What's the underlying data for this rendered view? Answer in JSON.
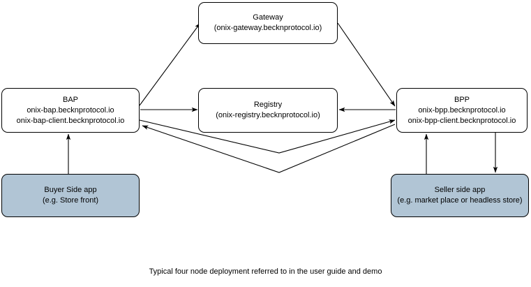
{
  "diagram": {
    "caption": "Typical four node deployment referred to in the user guide and demo",
    "colors": {
      "stroke": "#000000",
      "node_fill": "#ffffff",
      "shaded_fill": "#b1c5d5",
      "background": "#ffffff",
      "text": "#000000"
    },
    "nodes": {
      "gateway": {
        "title": "Gateway",
        "host": "(onix-gateway.becknprotocol.io)"
      },
      "bap": {
        "title": "BAP",
        "host1": "onix-bap.becknprotocol.io",
        "host2": "onix-bap-client.becknprotocol.io"
      },
      "registry": {
        "title": "Registry",
        "host": "(onix-registry.becknprotocol.io)"
      },
      "bpp": {
        "title": "BPP",
        "host1": "onix-bpp.becknprotocol.io",
        "host2": "onix-bpp-client.becknprotocol.io"
      },
      "buyer_app": {
        "title": "Buyer Side app",
        "subtitle": "(e.g. Store front)"
      },
      "seller_app": {
        "title": "Seller side app",
        "subtitle": "(e.g. market place or headless store)"
      }
    },
    "edges": [
      {
        "id": "bap-to-gateway",
        "from": "bap",
        "to": "gateway",
        "arrow": "single"
      },
      {
        "id": "gateway-to-bpp",
        "from": "gateway",
        "to": "bpp",
        "arrow": "single"
      },
      {
        "id": "bap-to-registry",
        "from": "bap",
        "to": "registry",
        "arrow": "single"
      },
      {
        "id": "bpp-to-registry",
        "from": "bpp",
        "to": "registry",
        "arrow": "single"
      },
      {
        "id": "bap-to-bpp",
        "from": "bap",
        "to": "bpp",
        "arrow": "single"
      },
      {
        "id": "bpp-to-bap",
        "from": "bpp",
        "to": "bap",
        "arrow": "single"
      },
      {
        "id": "buyer-to-bap",
        "from": "buyer_app",
        "to": "bap",
        "arrow": "single"
      },
      {
        "id": "seller-to-bpp",
        "from": "seller_app",
        "to": "bpp",
        "arrow": "single"
      },
      {
        "id": "bpp-to-seller",
        "from": "bpp",
        "to": "seller_app",
        "arrow": "single"
      }
    ]
  }
}
